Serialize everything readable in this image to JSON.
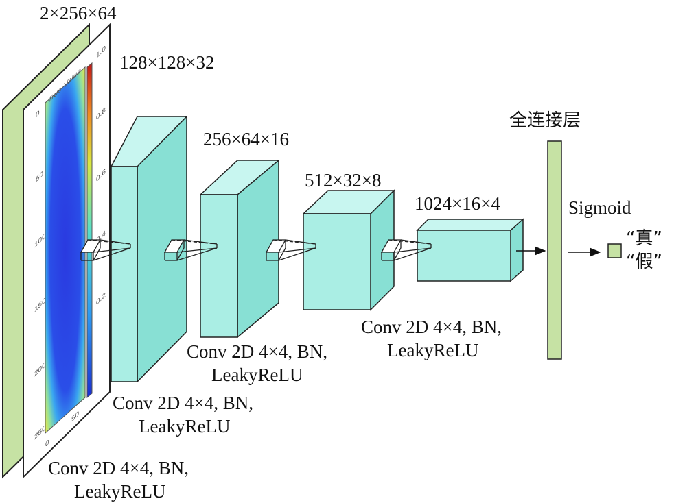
{
  "input": {
    "dim_label": "2×256×64",
    "heatmap_title": "True Value",
    "y_ticks": [
      "0",
      "50",
      "100",
      "150",
      "200",
      "250"
    ],
    "x_ticks": [
      "0",
      "50"
    ],
    "colorbar_ticks": [
      "1.0",
      "0.8",
      "0.6",
      "0.4",
      "0.2"
    ],
    "colorbar_top": "1.0"
  },
  "layers": [
    {
      "dim_label": "128×128×32",
      "caption_line1": "Conv 2D 4×4, BN,",
      "caption_line2": "LeakyReLU"
    },
    {
      "dim_label": "256×64×16",
      "caption_line1": "Conv 2D 4×4, BN,",
      "caption_line2": "LeakyReLU"
    },
    {
      "dim_label": "512×32×8",
      "caption_line1": "Conv 2D 4×4, BN,",
      "caption_line2": "LeakyReLU"
    },
    {
      "dim_label": "1024×16×4",
      "caption_line1": "Conv 2D 4×4, BN,",
      "caption_line2": "LeakyReLU"
    }
  ],
  "fc": {
    "label": "全连接层",
    "activation": "Sigmoid"
  },
  "output": {
    "true_label": "“真”",
    "false_label": "“假”"
  },
  "colors": {
    "input_slab": "#c6e2a4",
    "block_front": "#aaeee4",
    "block_top": "#c8f6f0",
    "block_side": "#88e0d4",
    "fc_bar": "#c6e2a4"
  }
}
